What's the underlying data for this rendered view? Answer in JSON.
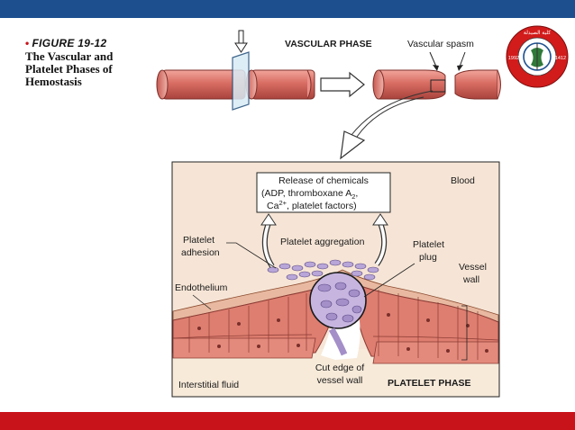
{
  "slide": {
    "figure_number": "FIGURE 19-12",
    "title_lines": [
      "The Vascular and",
      "Platelet Phases of",
      "Hemostasis"
    ]
  },
  "logo": {
    "arc_text": "كلية الصيدلة",
    "year_left": "1992",
    "year_right": "1412"
  },
  "diagram": {
    "vascular_phase_label": "VASCULAR PHASE",
    "vascular_spasm_label": "Vascular spasm",
    "release_box_lines": [
      "Release of chemicals",
      "(ADP, thromboxane A",
      "Ca",
      ", platelet factors)"
    ],
    "subscript_2": "2",
    "superscript_2plus": "2+",
    "comma": ",",
    "blood_label": "Blood",
    "platelet_adhesion_lines": [
      "Platelet",
      "adhesion"
    ],
    "platelet_aggregation": "Platelet aggregation",
    "platelet_plug_lines": [
      "Platelet",
      "plug"
    ],
    "vessel_wall_lines": [
      "Vessel",
      "wall"
    ],
    "endothelium": "Endothelium",
    "cut_edge_lines": [
      "Cut edge of",
      "vessel wall"
    ],
    "interstitial_fluid": "Interstitial fluid",
    "platelet_phase": "PLATELET PHASE"
  },
  "colors": {
    "top_bar": "#1d4f8f",
    "bottom_bar": "#c8131b",
    "vessel": "#d86d63",
    "panel_bg": "#f6e5d6",
    "platelet": "#b9a6d8"
  }
}
